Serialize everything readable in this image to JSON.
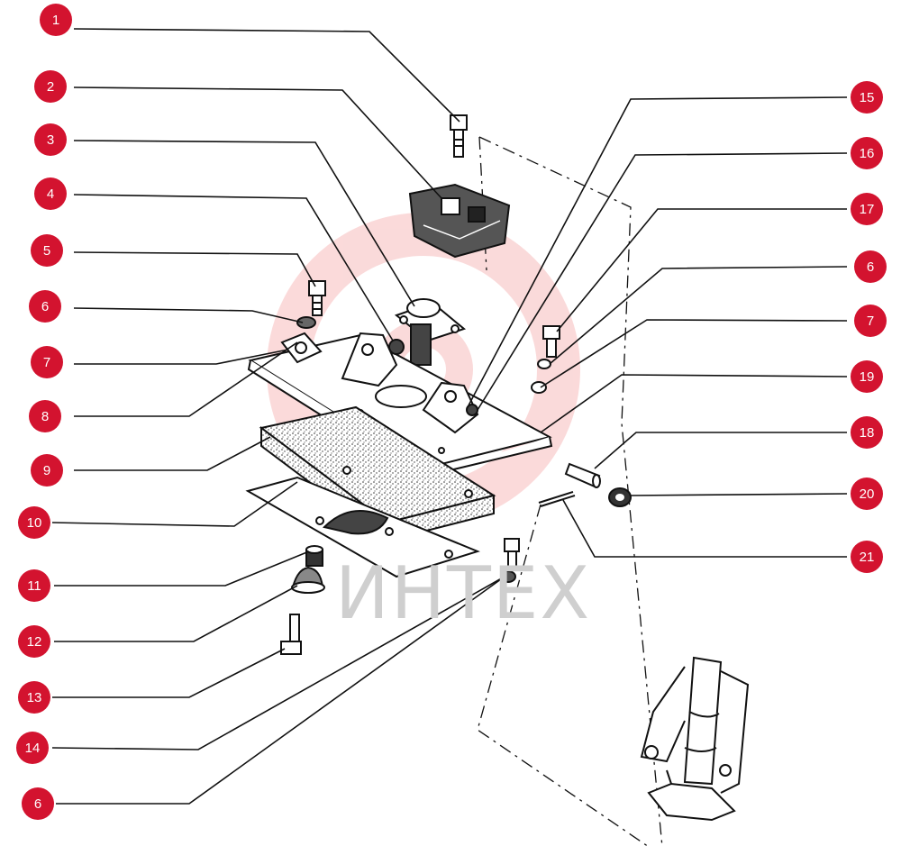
{
  "watermark": {
    "text": "ИНТЕХ",
    "brand_color": "#f5b0b0"
  },
  "colors": {
    "badge": "#d3132f",
    "badge_text": "#ffffff",
    "line": "#111111"
  },
  "callouts": [
    {
      "id": "c1",
      "label": "1"
    },
    {
      "id": "c2",
      "label": "2"
    },
    {
      "id": "c3",
      "label": "3"
    },
    {
      "id": "c4",
      "label": "4"
    },
    {
      "id": "c5",
      "label": "5"
    },
    {
      "id": "c6a",
      "label": "6"
    },
    {
      "id": "c7a",
      "label": "7"
    },
    {
      "id": "c8",
      "label": "8"
    },
    {
      "id": "c9",
      "label": "9"
    },
    {
      "id": "c10",
      "label": "10"
    },
    {
      "id": "c11",
      "label": "11"
    },
    {
      "id": "c12",
      "label": "12"
    },
    {
      "id": "c13",
      "label": "13"
    },
    {
      "id": "c14",
      "label": "14"
    },
    {
      "id": "c6b",
      "label": "6"
    },
    {
      "id": "c15",
      "label": "15"
    },
    {
      "id": "c16",
      "label": "16"
    },
    {
      "id": "c17",
      "label": "17"
    },
    {
      "id": "c6c",
      "label": "6"
    },
    {
      "id": "c7b",
      "label": "7"
    },
    {
      "id": "c19",
      "label": "19"
    },
    {
      "id": "c18",
      "label": "18"
    },
    {
      "id": "c20",
      "label": "20"
    },
    {
      "id": "c21",
      "label": "21"
    }
  ]
}
